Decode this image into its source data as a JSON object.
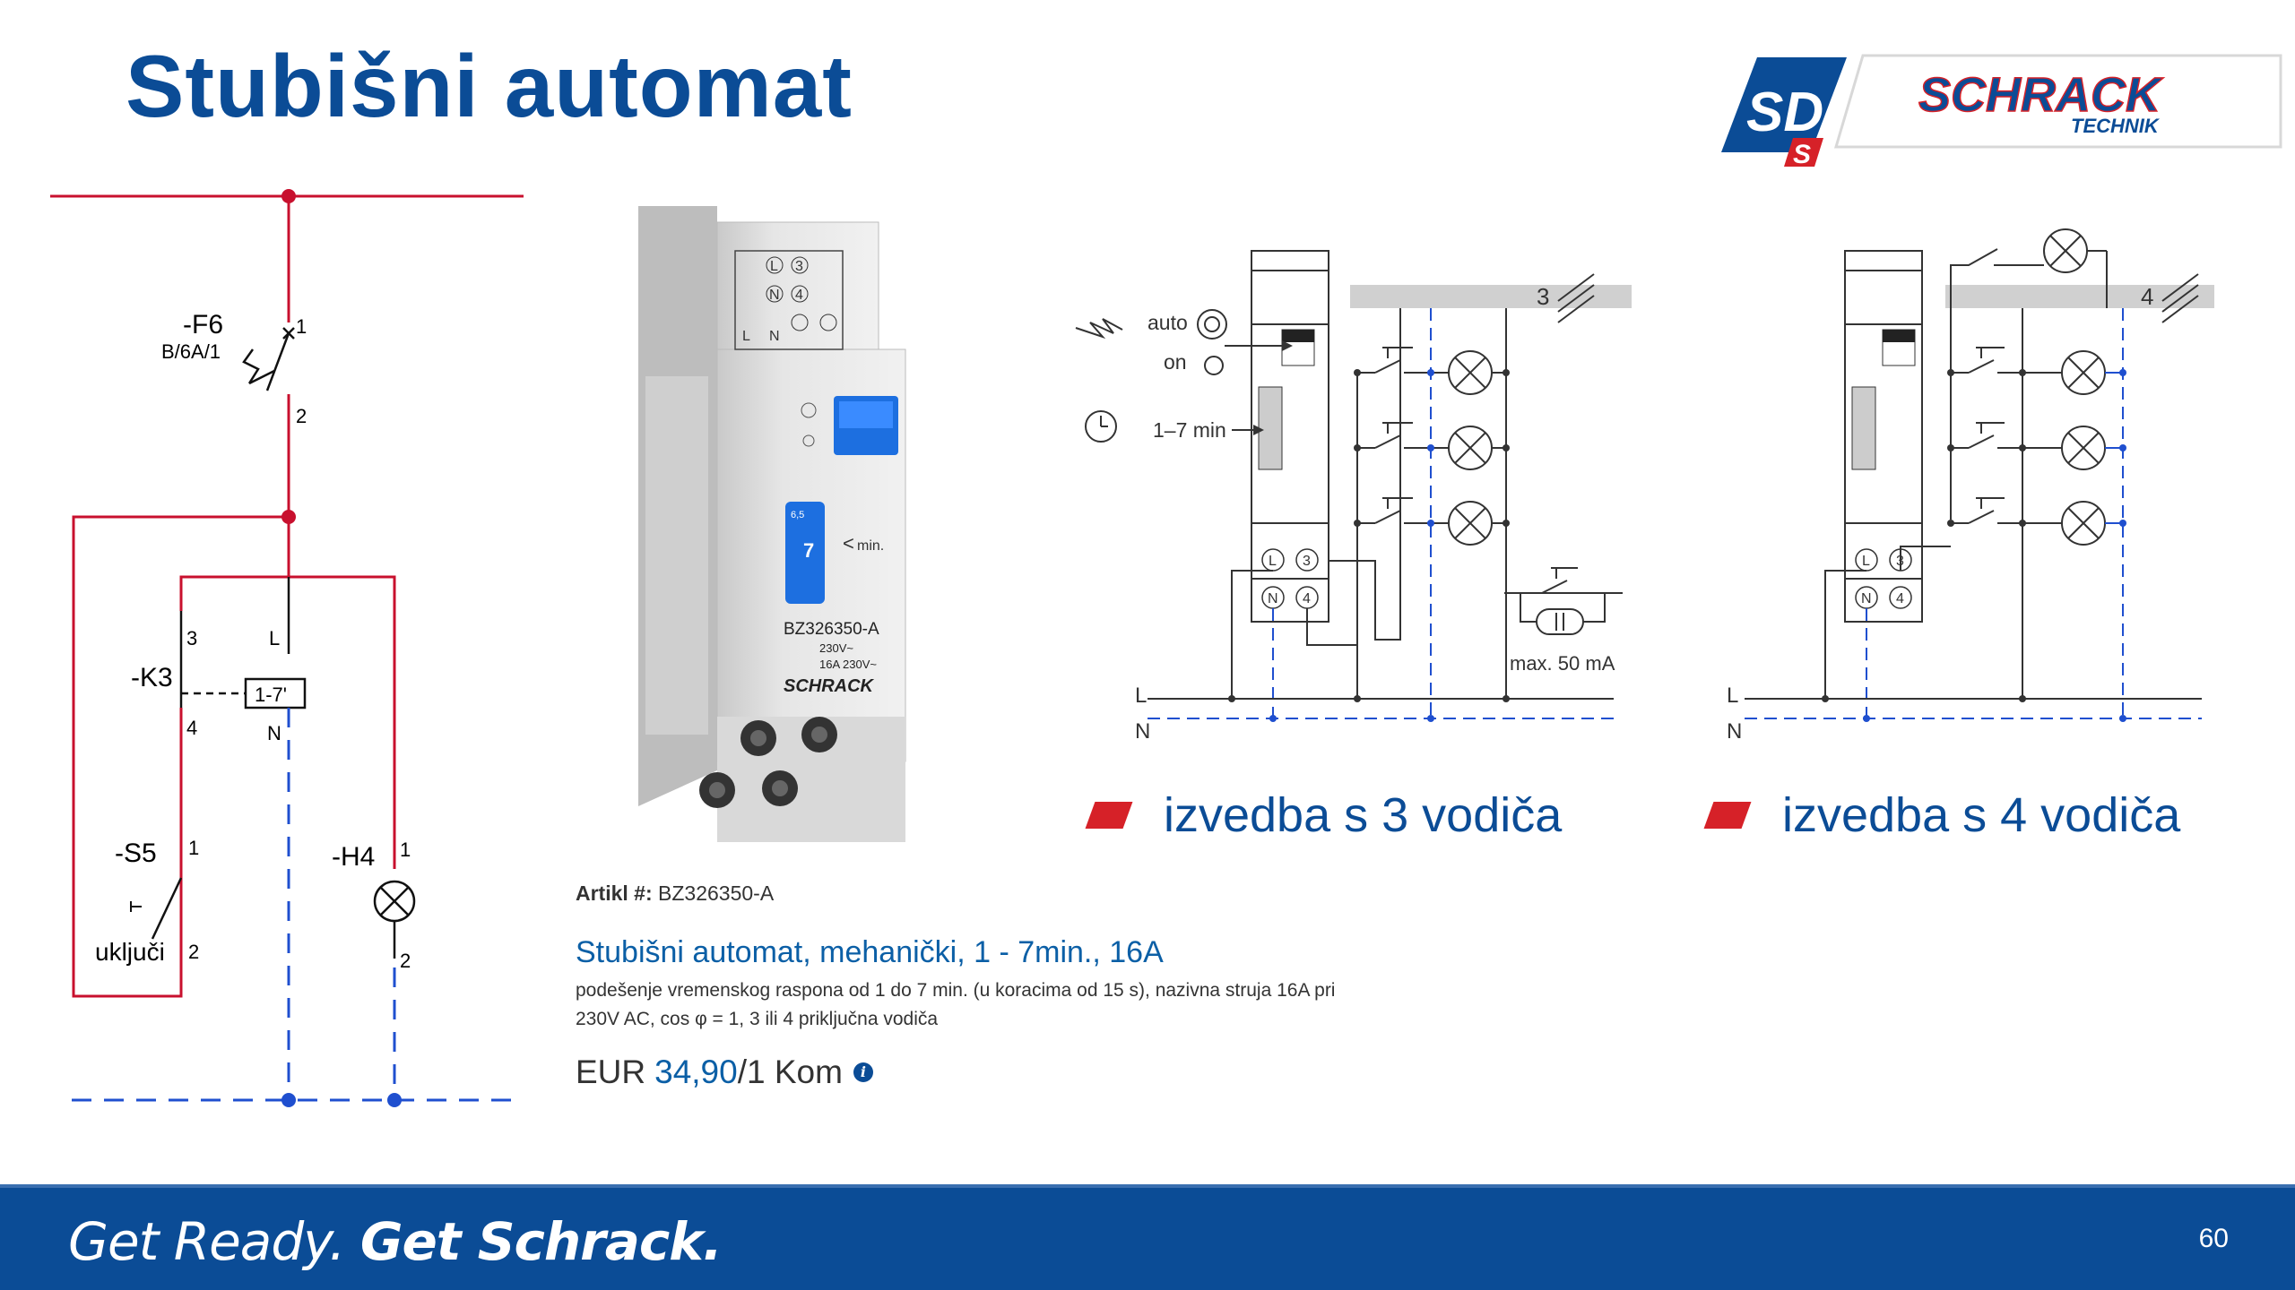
{
  "title": "Stubišni automat",
  "logo": {
    "badge_text": "SD",
    "badge_small": "S",
    "brand": "SCHRACK",
    "brand_sub": "TECHNIK"
  },
  "schematic": {
    "f6_label": "-F6",
    "f6_rating": "B/6A/1",
    "f6_pin1": "1",
    "f6_pin2": "2",
    "k3_label": "-K3",
    "k3_pin3": "3",
    "k3_pinL": "L",
    "k3_pin4": "4",
    "k3_pinN": "N",
    "k3_timer": "1-7'",
    "s5_label": "-S5",
    "s5_pin1": "1",
    "s5_pin2": "2",
    "s5_action": "uključi",
    "h4_label": "-H4",
    "h4_pin1": "1",
    "h4_pin2": "2"
  },
  "device": {
    "terminals_top": [
      "L",
      "3",
      "N",
      "4"
    ],
    "bottom_labels": [
      "L",
      "N"
    ],
    "knob_top": "6,5",
    "knob_value": "7",
    "knob_unit": "min.",
    "model": "BZ326350-A",
    "spec1": "230V~",
    "spec2": "16A 230V~",
    "brand": "SCHRACK"
  },
  "wiring3": {
    "label_auto": "auto",
    "label_on": "on",
    "label_time": "1–7 min",
    "wire_count": "3",
    "max_current": "max. 50 mA",
    "terminals": [
      "L",
      "3",
      "N",
      "4"
    ],
    "line_L": "L",
    "line_N": "N"
  },
  "wiring4": {
    "wire_count": "4",
    "terminals": [
      "L",
      "3",
      "N",
      "4"
    ],
    "line_L": "L",
    "line_N": "N"
  },
  "captions": {
    "three_wire": "izvedba s 3 vodiča",
    "four_wire": "izvedba s 4 vodiča"
  },
  "product": {
    "article_label": "Artikl #:",
    "article_no": "BZ326350-A",
    "name": "Stubišni automat, mehanički, 1 - 7min., 16A",
    "desc_line1": "podešenje vremenskog raspona od 1 do 7 min. (u koracima od 15 s), nazivna struja 16A pri",
    "desc_line2": "230V AC, cos φ = 1, 3 ili 4 priključna vodiča",
    "currency": "EUR",
    "price": "34,90",
    "unit": "/1 Kom"
  },
  "footer": {
    "slogan_part1": "Get Ready.",
    "slogan_part2": "Get Schrack.",
    "page_number": "60"
  },
  "colors": {
    "brand_blue": "#0b4c96",
    "accent_red": "#d62128",
    "phase_red": "#c8102e",
    "neutral_blue": "#1f4fcf"
  }
}
